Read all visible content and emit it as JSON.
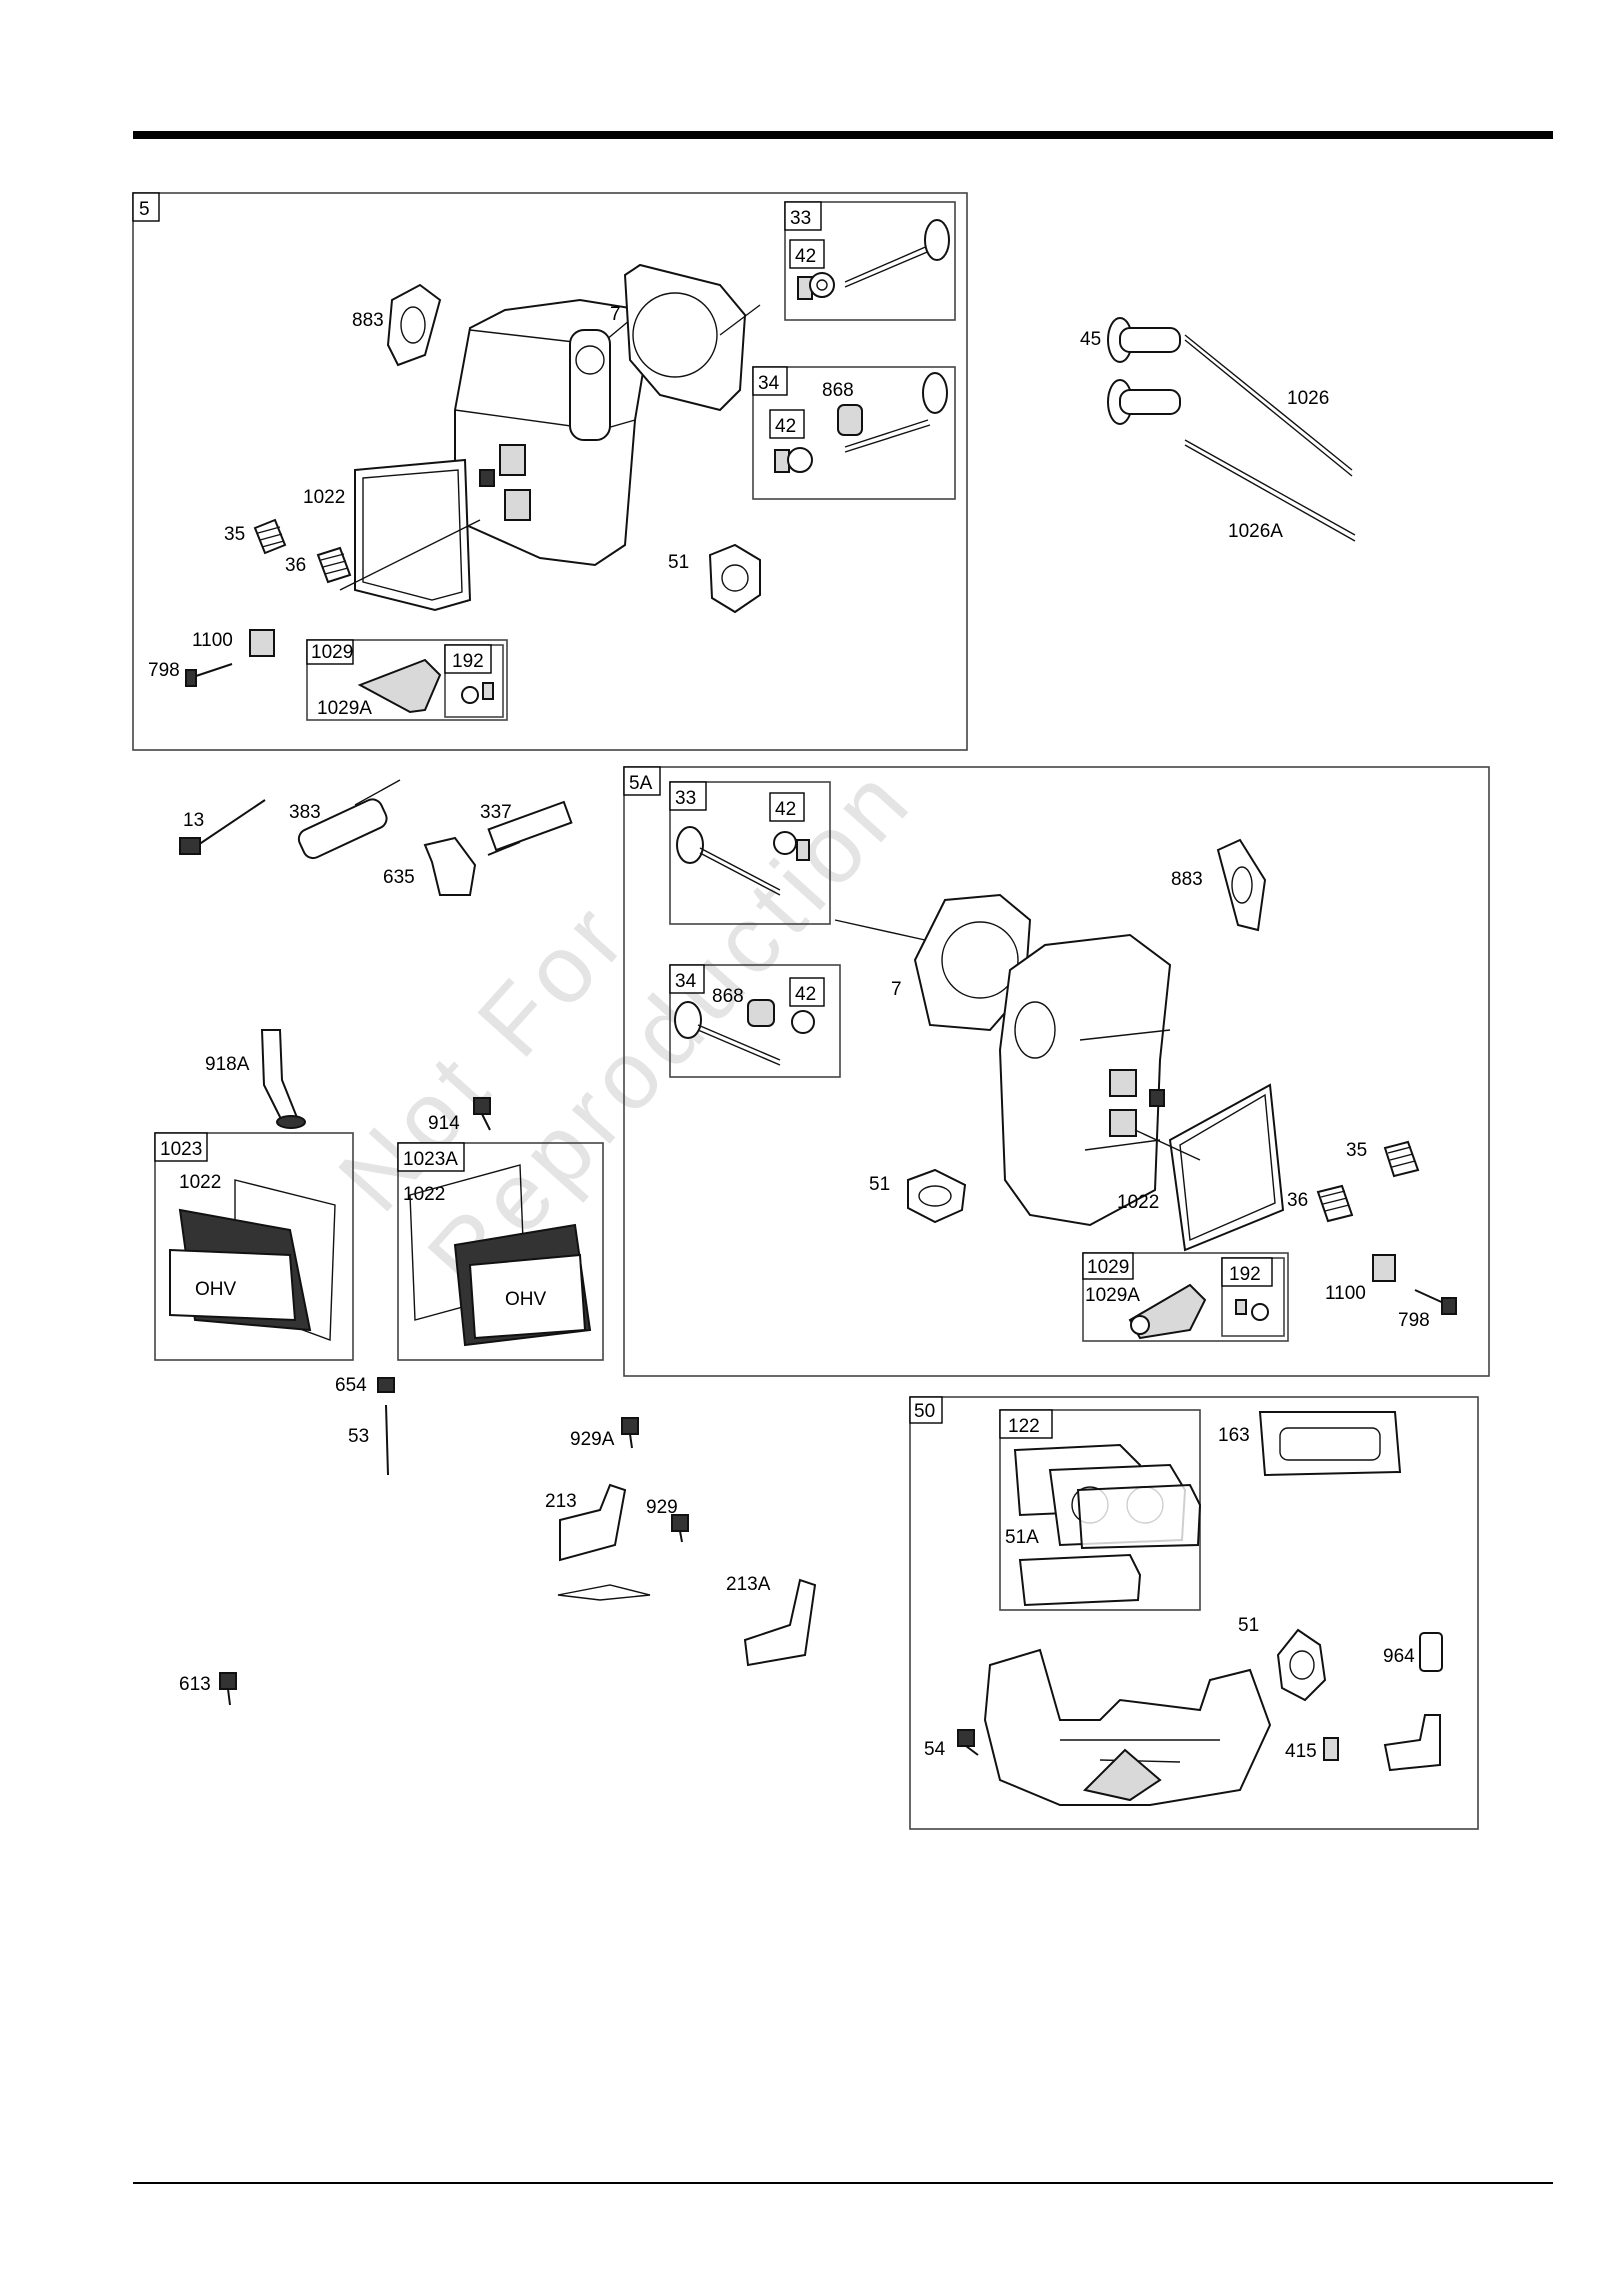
{
  "watermark": {
    "line1": "Not For",
    "line2": "Reproduction"
  },
  "groups": [
    {
      "id": "5",
      "label": "5",
      "sub": [
        "33",
        "42",
        "34",
        "42",
        "1029",
        "192"
      ]
    },
    {
      "id": "5a",
      "label": "5A",
      "sub": [
        "33",
        "42",
        "34",
        "42",
        "1029",
        "192"
      ]
    },
    {
      "id": "50",
      "label": "50",
      "sub": [
        "122"
      ]
    },
    {
      "id": "1023",
      "label": "1023"
    },
    {
      "id": "1023a",
      "label": "1023A"
    }
  ],
  "callouts": {
    "g5": [
      "883",
      "7",
      "868",
      "1022",
      "35",
      "36",
      "51",
      "1100",
      "798",
      "1029A"
    ],
    "valves": [
      "45",
      "1026",
      "1026A"
    ],
    "misc": [
      "13",
      "383",
      "337",
      "635",
      "918A",
      "914",
      "1022",
      "1022",
      "654",
      "53",
      "929A",
      "213",
      "929",
      "213A",
      "613"
    ],
    "g5a": [
      "883",
      "868",
      "7",
      "51",
      "1022",
      "35",
      "36",
      "1029A",
      "1100",
      "798"
    ],
    "g50": [
      "163",
      "51A",
      "51",
      "964",
      "54",
      "415"
    ]
  },
  "cover_logo": "OHV"
}
